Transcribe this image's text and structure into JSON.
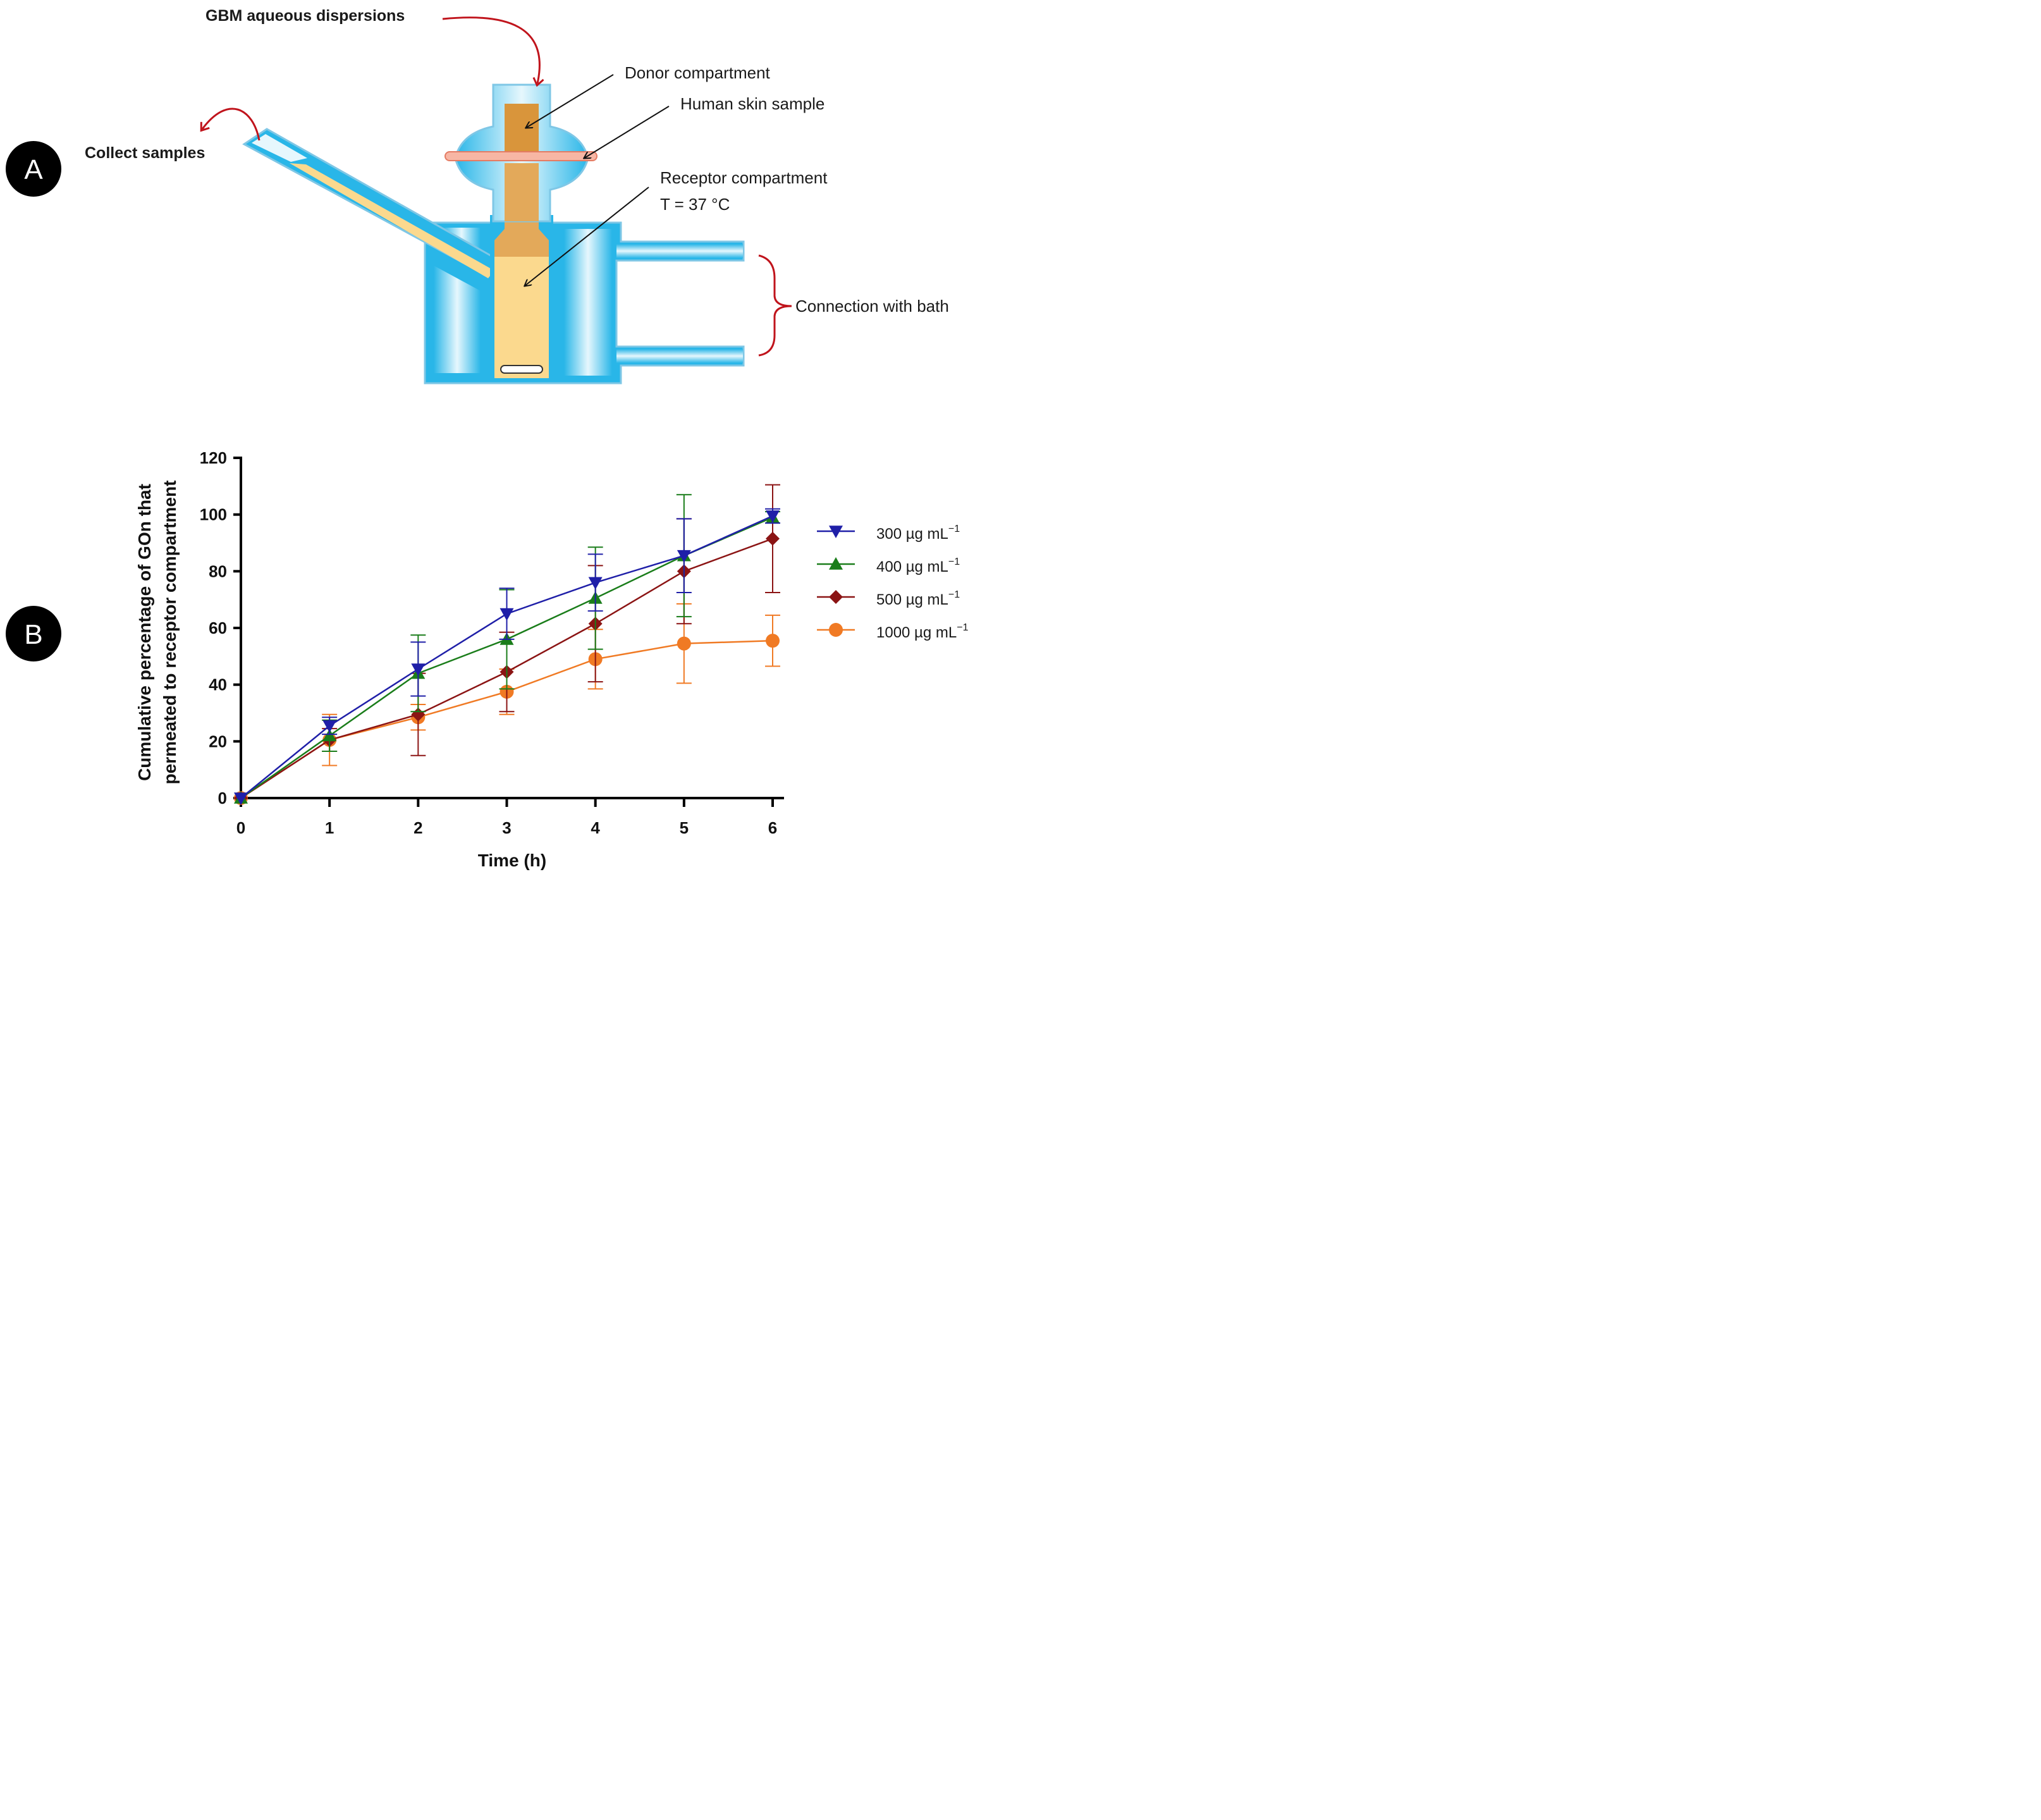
{
  "panel_a": {
    "letter": "A",
    "labels": {
      "gbm": "GBM aqueous dispersions",
      "donor": "Donor compartment",
      "skin": "Human skin sample",
      "collect": "Collect samples",
      "receptor": "Receptor compartment",
      "temp": "T = 37 °C",
      "bath": "Connection with bath"
    },
    "colors": {
      "glass": "#29b6e8",
      "glass_light": "#d6f1fb",
      "fluid": "#fbd98e",
      "donor_fluid": "#d9953b",
      "skin": "#f4a48f",
      "arrow_red": "#c0141c"
    }
  },
  "panel_b": {
    "letter": "B",
    "legend_unit": "µg mL",
    "legend_exp": "−1"
  },
  "chart_data": {
    "type": "line",
    "title": "",
    "xlabel": "Time (h)",
    "ylabel_line1": "Cumulative percentage of GOn that",
    "ylabel_line2": "permeated to receptor compartment",
    "x": [
      0,
      1,
      2,
      3,
      4,
      5,
      6
    ],
    "x_ticks": [
      "0",
      "1",
      "2",
      "3",
      "4",
      "5",
      "6"
    ],
    "y_ticks": [
      "0",
      "20",
      "40",
      "60",
      "80",
      "100",
      "120"
    ],
    "xlim": [
      0,
      6
    ],
    "ylim": [
      0,
      120
    ],
    "grid": false,
    "legend_position": "right",
    "series": [
      {
        "name": "300",
        "color": "#1f1fa8",
        "marker": "triangle-down",
        "values": [
          0,
          25.5,
          45.5,
          65,
          76,
          85.5,
          99.5
        ],
        "errors": [
          0,
          3,
          9.5,
          9,
          10,
          13,
          2.5
        ]
      },
      {
        "name": "400",
        "color": "#1a7d1a",
        "marker": "triangle-up",
        "values": [
          0,
          22,
          44,
          56,
          70.5,
          85.5,
          99
        ],
        "errors": [
          0,
          5.5,
          13.5,
          17.5,
          18,
          21.5,
          2
        ]
      },
      {
        "name": "500",
        "color": "#8b1414",
        "marker": "diamond",
        "values": [
          0,
          20.5,
          29.5,
          44.5,
          61.5,
          80,
          91.5
        ],
        "errors": [
          0,
          4,
          14.5,
          14,
          20.5,
          18.5,
          19
        ]
      },
      {
        "name": "1000",
        "color": "#f07a24",
        "marker": "circle",
        "values": [
          0,
          20.5,
          28.5,
          37.5,
          49,
          54.5,
          55.5
        ],
        "errors": [
          0,
          9,
          4.5,
          8,
          10.5,
          14,
          9
        ]
      }
    ]
  }
}
